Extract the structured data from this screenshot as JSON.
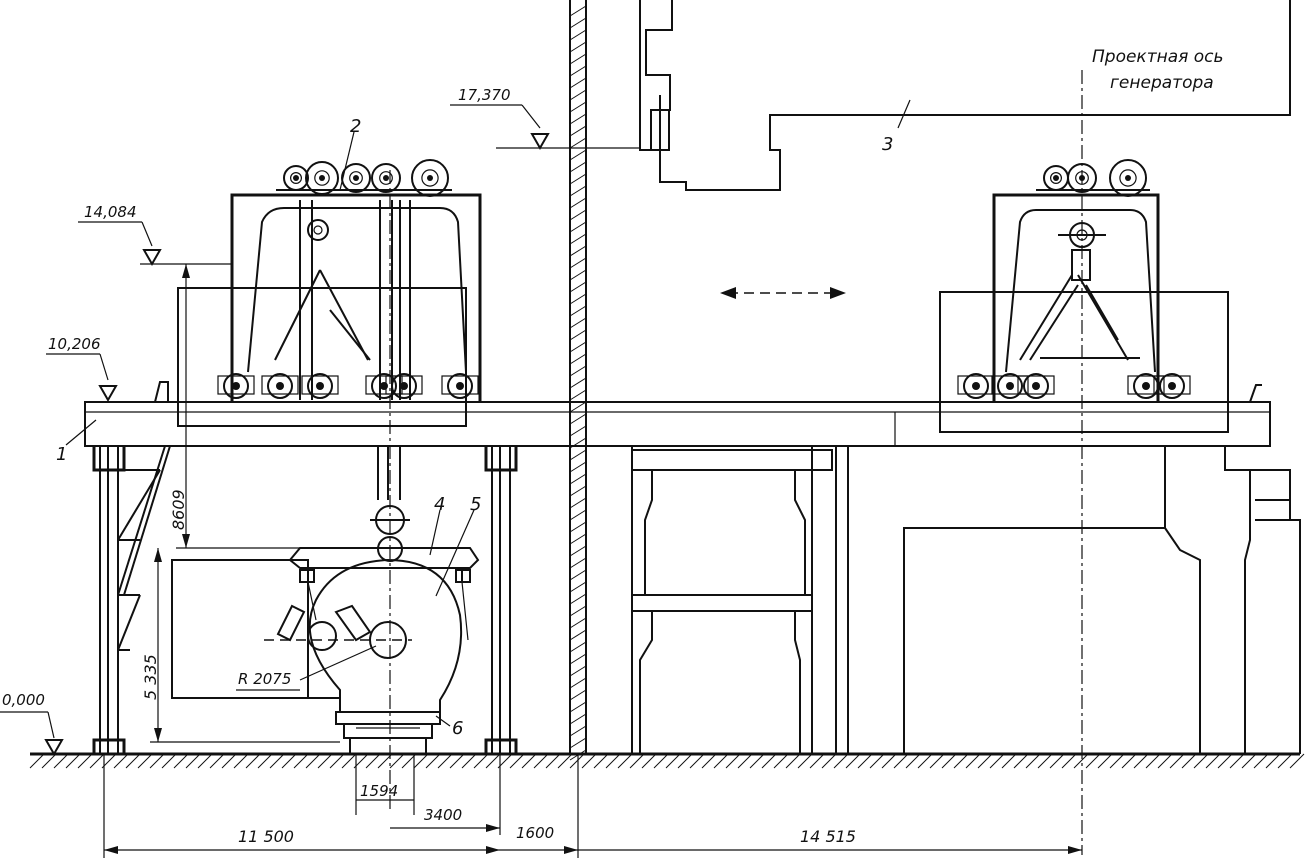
{
  "title": "",
  "elevations": {
    "top": "17,370",
    "crane_base": "14,084",
    "rail": "10,206",
    "floor": "0,000"
  },
  "labels": {
    "axis_note_line1": "Проектная ось",
    "axis_note_line2": "генератора",
    "radius": "R 2075"
  },
  "dimensions": {
    "vertical_total": "8609",
    "vertical_load": "5 335",
    "d_1594": "1594",
    "d_3400": "3400",
    "d_11500": "11 500",
    "d_1600": "1600",
    "d_14515": "14 515"
  },
  "callouts": {
    "c1": "1",
    "c2": "2",
    "c3": "3",
    "c4": "4",
    "c5": "5",
    "c6": "6"
  }
}
